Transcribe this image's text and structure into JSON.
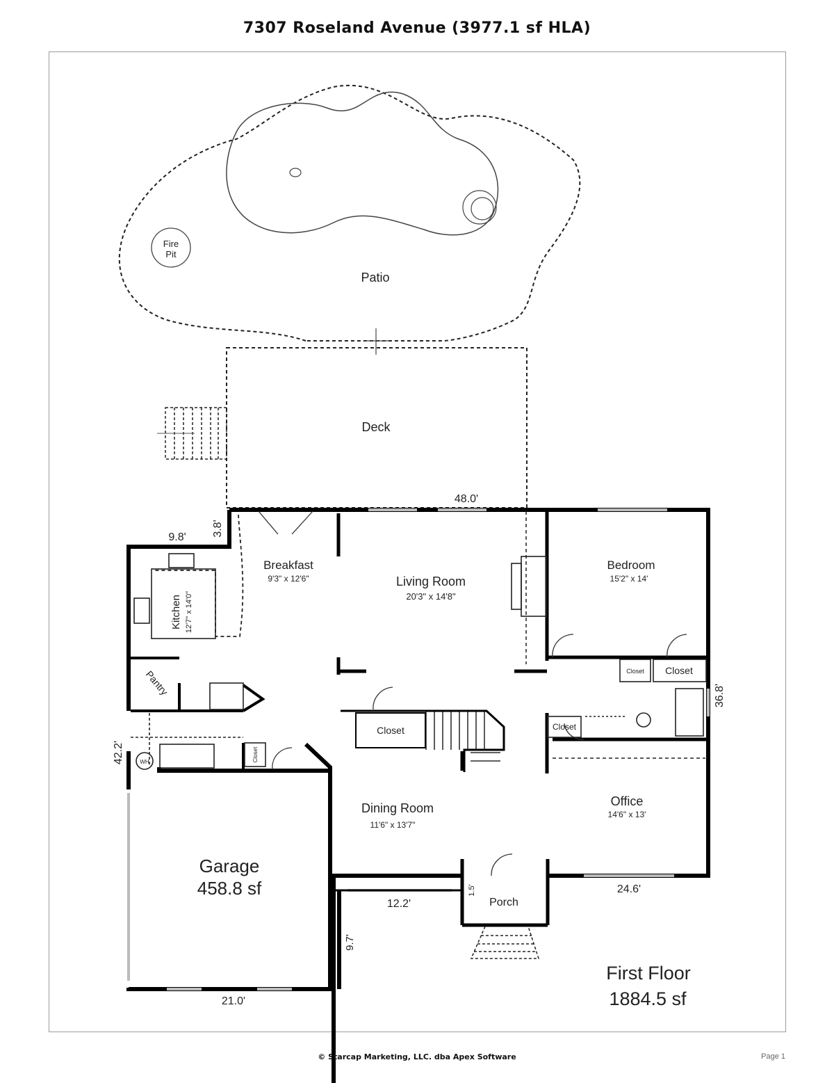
{
  "title": "7307 Roseland Avenue (3977.1 sf HLA)",
  "footer": "© Starcap Marketing, LLC. dba Apex Software",
  "page": "Page 1",
  "floor": {
    "name": "First Floor",
    "area": "1884.5 sf"
  },
  "garage": {
    "name": "Garage",
    "area": "458.8 sf"
  },
  "outdoor": {
    "patio": "Patio",
    "deck": "Deck",
    "fire_pit_1": "Fire",
    "fire_pit_2": "Pit"
  },
  "rooms": {
    "breakfast": {
      "name": "Breakfast",
      "dims": "9'3\" x 12'6\""
    },
    "living": {
      "name": "Living Room",
      "dims": "20'3\" x 14'8\""
    },
    "bedroom": {
      "name": "Bedroom",
      "dims": "15'2\" x 14'"
    },
    "kitchen": {
      "name": "Kitchen",
      "dims": "12'7\" x 14'0\""
    },
    "pantry": {
      "name": "Pantry"
    },
    "dining": {
      "name": "Dining Room",
      "dims": "11'6\" x 13'7\""
    },
    "office": {
      "name": "Office",
      "dims": "14'6\" x 13'"
    },
    "porch": {
      "name": "Porch"
    },
    "closet_stair": "Closet",
    "closet_bed_small": "Closet",
    "closet_bed": "Closet",
    "closet_hall": "Closet",
    "closet_garage": "Closet",
    "water_heater": "WH"
  },
  "dimensions": {
    "top": "48.0'",
    "left_top": "9.8'",
    "left_step": "3.8'",
    "right": "36.8'",
    "left": "42.2'",
    "bottom_mid": "12.2'",
    "bottom_right": "24.6'",
    "garage_bottom": "21.0'",
    "garage_side": "9.7'",
    "porch_depth": "1.5'"
  }
}
